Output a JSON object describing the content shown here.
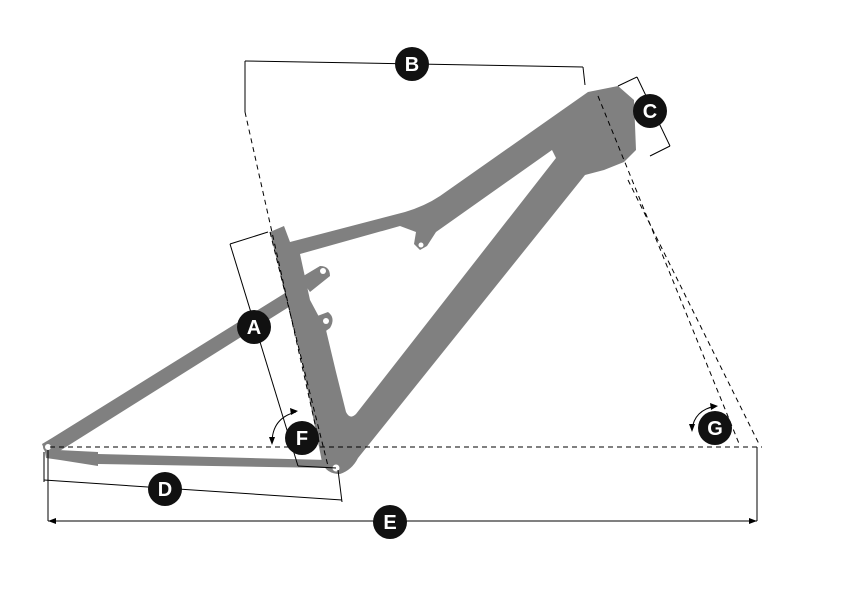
{
  "colors": {
    "frame": "#808080",
    "badge": "#111111",
    "lines": "#000000",
    "background": "#ffffff"
  },
  "labels": {
    "a": "A",
    "b": "B",
    "c": "C",
    "d": "D",
    "e": "E",
    "f": "F",
    "g": "G"
  }
}
